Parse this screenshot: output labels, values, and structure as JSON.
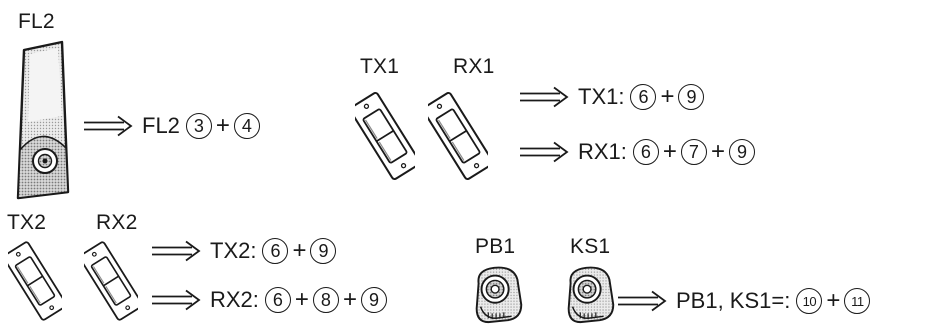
{
  "labels": {
    "fl2": "FL2",
    "tx1": "TX1",
    "rx1": "RX1",
    "tx2": "TX2",
    "rx2": "RX2",
    "pb1": "PB1",
    "ks1": "KS1"
  },
  "equations": [
    {
      "prefix": "FL2",
      "circles": [
        "3",
        "4"
      ]
    },
    {
      "prefix": "TX1:",
      "circles": [
        "6",
        "9"
      ]
    },
    {
      "prefix": "RX1:",
      "circles": [
        "6",
        "7",
        "9"
      ]
    },
    {
      "prefix": "TX2:",
      "circles": [
        "6",
        "9"
      ]
    },
    {
      "prefix": "RX2:",
      "circles": [
        "6",
        "8",
        "9"
      ]
    },
    {
      "prefix": "PB1, KS1=:",
      "circles": [
        "10",
        "11"
      ]
    }
  ],
  "plus_sign": "+",
  "colors": {
    "ink": "#1a1a1a",
    "shade": "#9a9a9a",
    "shade_dark": "#6b6b6b",
    "background": "#ffffff"
  },
  "icons": {
    "arrow": "double-line-arrow-icon",
    "fl2_device": "floor-lamp-device-icon",
    "switch": "wall-switch-icon",
    "pendant_button": "pendant-button-icon"
  }
}
